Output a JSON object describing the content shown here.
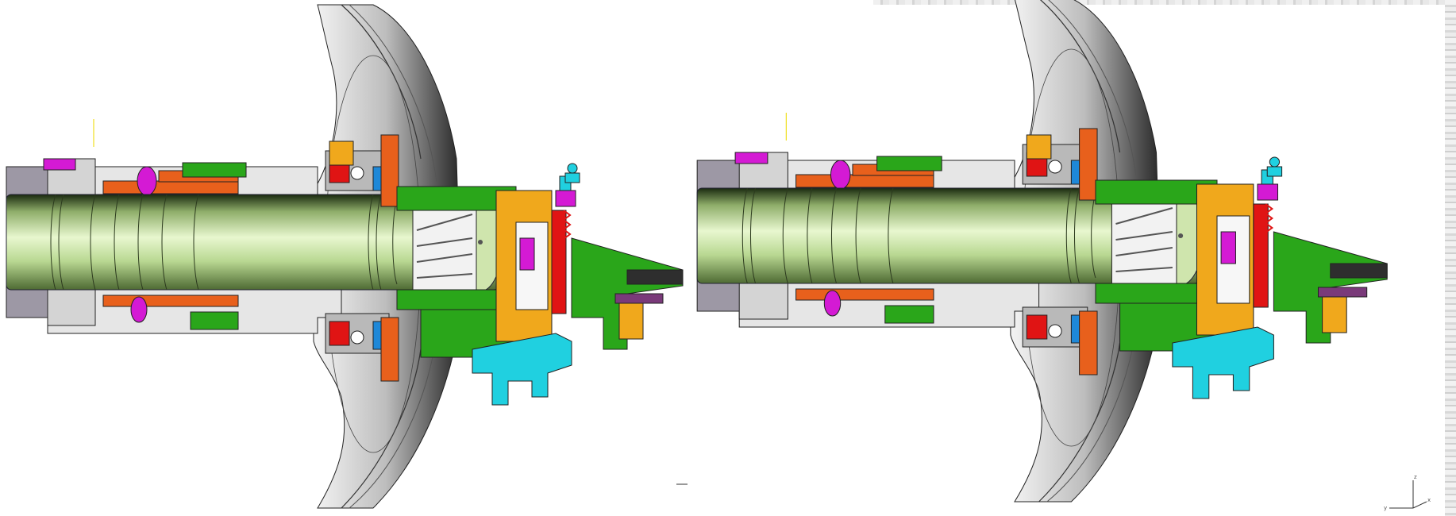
{
  "scene": {
    "views": [
      {
        "id": "view-left"
      },
      {
        "id": "view-right"
      }
    ],
    "axis_triad": {
      "labels": [
        "z",
        "y",
        "x"
      ]
    },
    "colors": {
      "background": "#ffffff",
      "shaft": "#c8e6a0",
      "hub": "#d9d9d9",
      "orange": "#e8601c",
      "green": "#2aa61a",
      "magenta": "#d41ad4",
      "yellow": "#f0a81c",
      "red": "#e01414",
      "blue": "#1e88d8",
      "cyan": "#20d0e0",
      "purple": "#7a3a7a"
    }
  }
}
